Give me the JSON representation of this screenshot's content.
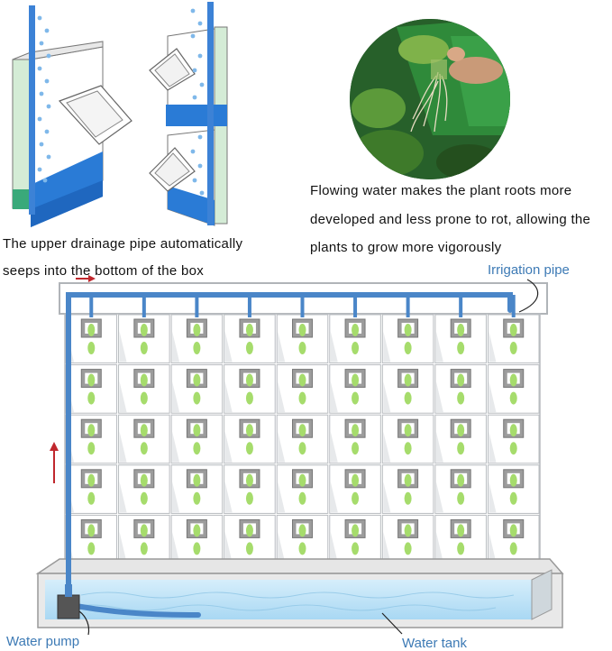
{
  "top_left": {
    "caption_line1": "The upper drainage pipe automatically",
    "caption_line2": "seeps into the bottom of the box"
  },
  "top_right": {
    "caption_line1": "Flowing water makes the plant roots more",
    "caption_line2": "developed and less prone to rot, allowing the",
    "caption_line3": "plants to grow more vigorously"
  },
  "wall": {
    "columns": 9,
    "rows": 5,
    "pipe_color": "#4a86c8",
    "plant_color": "#a6dc6c",
    "frame_color": "#b8bcc0"
  },
  "labels": {
    "irrigation_pipe": "Irrigation pipe",
    "water_pump": "Water pump",
    "water_tank": "Water tank"
  },
  "colors": {
    "label_blue": "#3d7ab5",
    "flow_arrow": "#c0272d",
    "tank_water": "#bfe4f7"
  }
}
